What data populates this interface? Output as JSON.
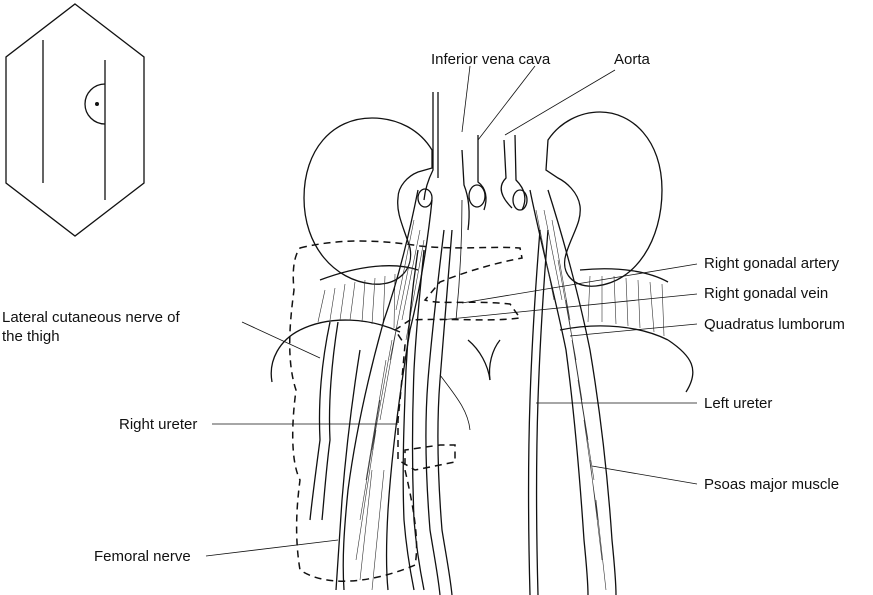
{
  "labels": {
    "ivc": "Inferior vena cava",
    "aorta": "Aorta",
    "right_gonadal_artery": "Right gonadal artery",
    "right_gonadal_vein": "Right gonadal vein",
    "quadratus_lumborum": "Quadratus lumborum",
    "lateral_cutaneous_line1": "Lateral cutaneous nerve of",
    "lateral_cutaneous_line2": "the thigh",
    "right_ureter": "Right ureter",
    "left_ureter": "Left ureter",
    "psoas_major": "Psoas major muscle",
    "femoral_nerve": "Femoral nerve"
  },
  "colors": {
    "ink": "#111111",
    "background": "#ffffff"
  },
  "icons": {
    "orientation": "hexagon-orientation-icon"
  }
}
